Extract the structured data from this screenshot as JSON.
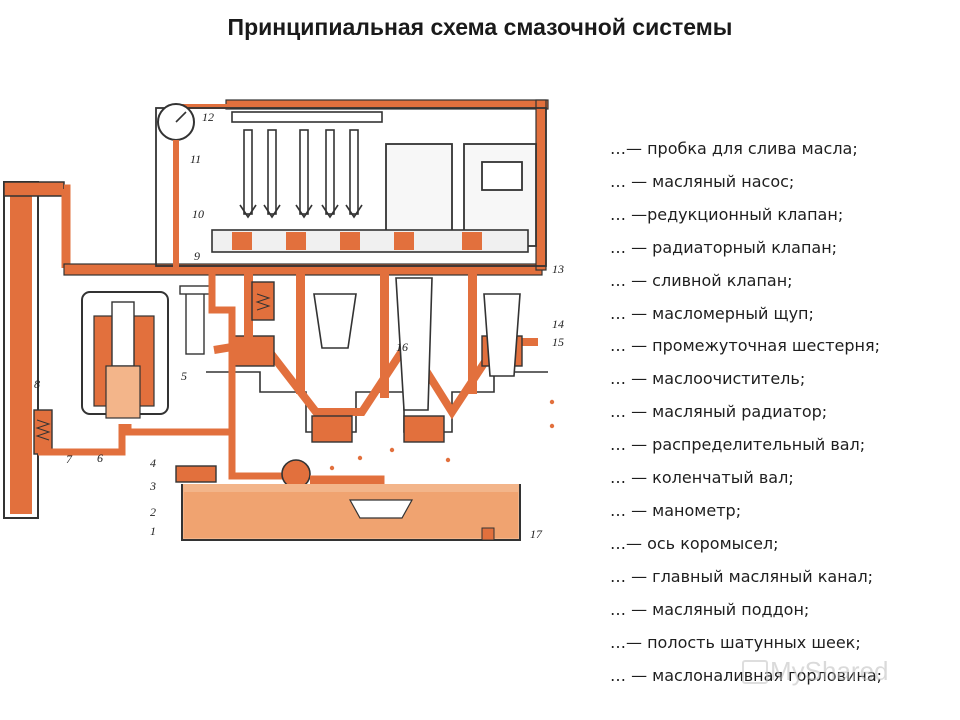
{
  "title": "Принципиальная схема смазочной системы",
  "legend": [
    "…— пробка для слива масла;",
    "… — масляный насос;",
    "… —редукционный клапан;",
    "… — радиаторный клапан;",
    "… — сливной клапан;",
    "… — масломерный щуп;",
    "… — промежуточная шестерня;",
    "… — маслоочиститель;",
    "… — масляный радиатор;",
    "… — распределительный вал;",
    "… — коленчатый вал;",
    "… — манометр;",
    "…— ось коромысел;",
    "… — главный масляный канал;",
    "… — масляный поддон;",
    "…— полость шатунных шеек;",
    "… — маслоналивная горловина;"
  ],
  "callouts": [
    "1",
    "2",
    "3",
    "4",
    "5",
    "6",
    "7",
    "8",
    "9",
    "10",
    "11",
    "12",
    "13",
    "14",
    "15",
    "16",
    "17"
  ],
  "watermark": "MyShared",
  "colors": {
    "oil": "#e2703d",
    "oil_light": "#f3b58a",
    "line": "#333333"
  }
}
